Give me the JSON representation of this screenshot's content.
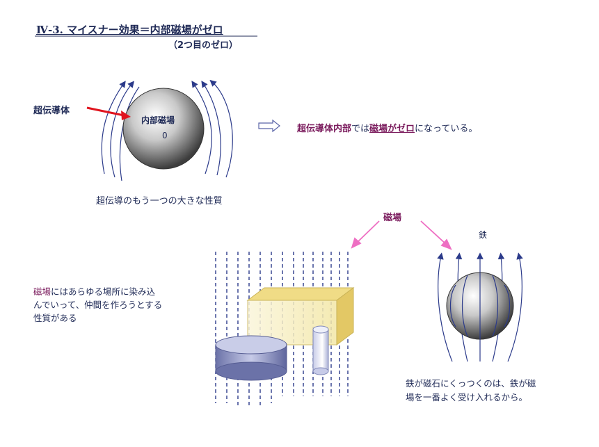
{
  "title": "Ⅳ-3. マイスナー効果＝内部磁場がゼロ",
  "subtitle": "（2つ目のゼロ）",
  "superconductor_label": "超伝導体",
  "inner_field_label": "内部磁場",
  "inner_field_value": "0",
  "caption_superconductor": "超伝導のもう一つの大きな性質",
  "statement": {
    "part1": "超伝導体内部",
    "part2": "では",
    "part3": "磁場がゼロ",
    "part4": "になっている。"
  },
  "magnetic_field_label": "磁場",
  "iron_label": "鉄",
  "field_description": {
    "highlight": "磁場",
    "rest_line1": "にはあらゆる場所に染み込",
    "line2": "んでいって、仲間を作ろうとする",
    "line3": "性質がある"
  },
  "iron_description": {
    "line1": "鉄が磁石にくっつくのは、鉄が磁",
    "line2": "場を一番よく受け入れるから。"
  },
  "colors": {
    "navy": "#1f2a56",
    "accent": "#7a1a5c",
    "red_arrow": "#e0141e",
    "pink_arrow": "#ee6fc3",
    "field_line": "#2b3a8a"
  }
}
